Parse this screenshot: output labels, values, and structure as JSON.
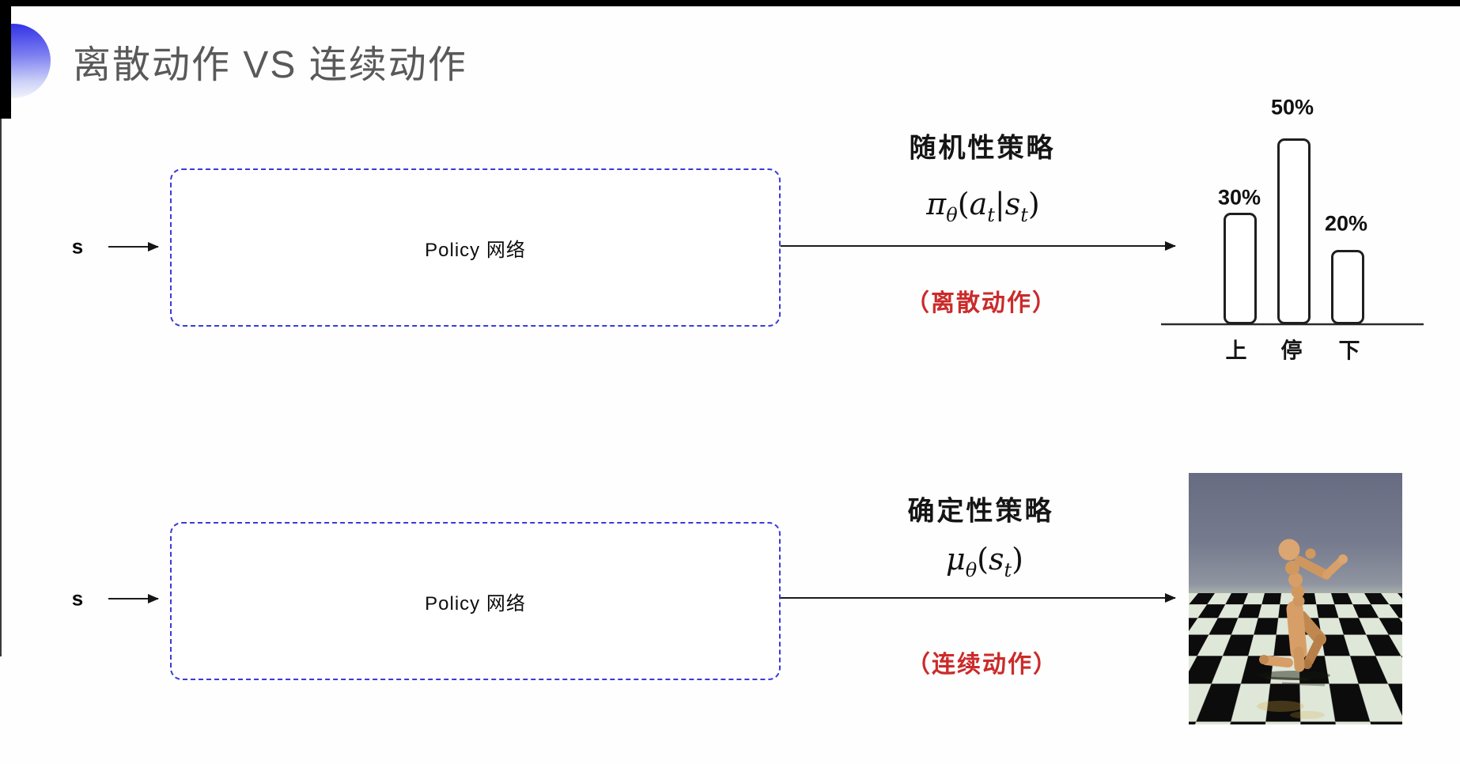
{
  "frame": {
    "title": "离散动作 VS 连续动作"
  },
  "top_row": {
    "input_label": "s",
    "box_label": "Policy 网络",
    "policy_type": "随机性策略",
    "formula": {
      "sym": "π",
      "sym_sub": "θ",
      "open": "(",
      "arg1": "a",
      "arg1_sub": "t",
      "sep": "|",
      "arg2": "s",
      "arg2_sub": "t",
      "close": ")"
    },
    "action_note": "（离散动作）"
  },
  "bottom_row": {
    "input_label": "s",
    "box_label": "Policy 网络",
    "policy_type": "确定性策略",
    "formula": {
      "sym": "μ",
      "sym_sub": "θ",
      "open": "(",
      "arg2": "s",
      "arg2_sub": "t",
      "close": ")"
    },
    "action_note": "（连续动作）"
  },
  "chart_data": {
    "type": "bar",
    "categories": [
      "上",
      "停",
      "下"
    ],
    "values": [
      30,
      50,
      20
    ],
    "value_labels": [
      "30%",
      "50%",
      "20%"
    ],
    "title": "",
    "xlabel": "",
    "ylabel": "",
    "ylim": [
      0,
      55
    ],
    "grid": false,
    "legend": "none",
    "bar_fill": "#ffffff",
    "bar_stroke": "#1f1f1f"
  },
  "icons": {
    "bullet": "blue-gradient-circle",
    "robot_image": "mujoco-humanoid-on-checkerboard-floor"
  },
  "colors": {
    "accent_blue": "#3a3ada",
    "note_red": "#cb2b2b",
    "title_gray": "#595959",
    "line_black": "#1c1c1c"
  }
}
